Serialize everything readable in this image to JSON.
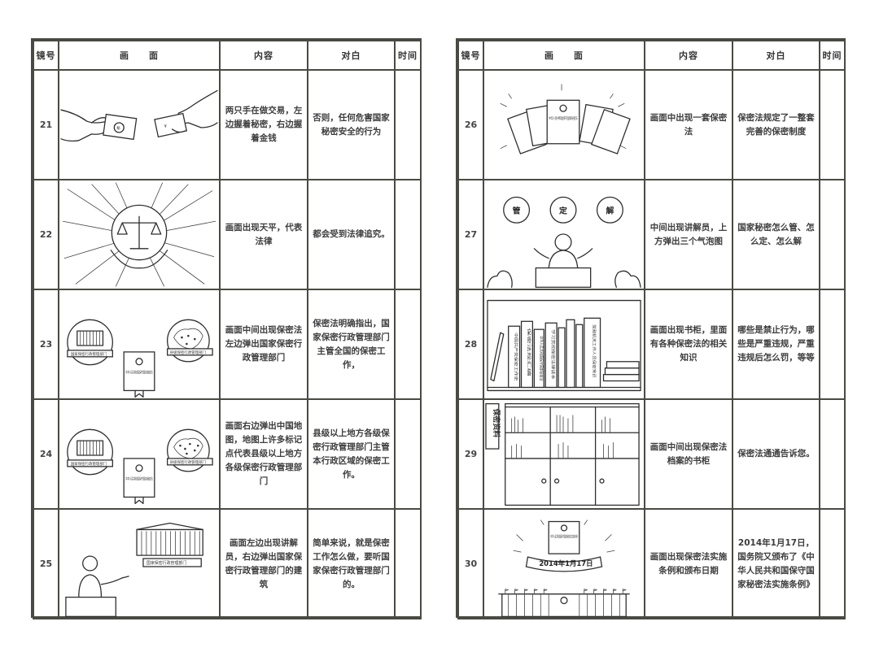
{
  "headers": {
    "shot": "镜号",
    "picture": "画　　面",
    "content": "内容",
    "dialogue": "对白",
    "time": "时间"
  },
  "left_rows": [
    {
      "shot": "21",
      "content": "两只手在做交易，左边握着秘密，右边握着金钱",
      "dialogue": "否则，任何危害国家秘密安全的行为",
      "time": ""
    },
    {
      "shot": "22",
      "content": "画面出现天平，代表法律",
      "dialogue": "都会受到法律追究。",
      "time": ""
    },
    {
      "shot": "23",
      "content": "画面中间出现保密法左边弹出国家保密行政管理部门",
      "dialogue": "保密法明确指出，国家保密行政管理部门主管全国的保密工作，",
      "time": ""
    },
    {
      "shot": "24",
      "content": "画面右边弹出中国地图，地图上许多标记点代表县级以上地方各级保密行政管理部门",
      "dialogue": "县级以上地方各级保密行政管理部门主管本行政区域的保密工作。",
      "time": ""
    },
    {
      "shot": "25",
      "content": "画面左边出现讲解员，右边弹出国家保密行政管理部门的建筑",
      "dialogue": "简单来说，就是保密工作怎么做，要听国家保密行政管理部门的。",
      "time": ""
    }
  ],
  "right_rows": [
    {
      "shot": "26",
      "content": "画面中出现一套保密法",
      "dialogue": "保密法规定了一整套完善的保密制度",
      "time": ""
    },
    {
      "shot": "27",
      "content": "中间出现讲解员，上方弹出三个气泡图",
      "dialogue": "国家秘密怎么管、怎么定、怎么解",
      "time": ""
    },
    {
      "shot": "28",
      "content": "画面出现书柜，里面有各种保密法的相关知识",
      "dialogue": "哪些是禁止行为，哪些是严重违规，严重违规后怎么罚，等等",
      "time": ""
    },
    {
      "shot": "29",
      "content": "画面中间出现保密法档案的书柜",
      "dialogue": "保密法通通告诉您。",
      "time": ""
    },
    {
      "shot": "30",
      "content": "画面出现保密法实施条例和颁布日期",
      "dialogue": "2014年1月17日，国务院又颁布了《中华人民共和国保守国家秘密法实施条例》",
      "time": ""
    }
  ],
  "scene_labels": {
    "law_book": "中华人民共和国保守国家秘密法",
    "dept_banner": "国家保密行政管理部门",
    "local_banner": "县级保密行政管理部门",
    "bubble_manage": "管",
    "bubble_define": "定",
    "bubble_release": "解",
    "archive_sign": "保密资料",
    "date_ribbon": "2014年1月17日",
    "impl_book": "中华人民共和国保守国家秘密法实施条例",
    "book_spines": [
      "中国共产党保密工作史",
      "保密法规汇编",
      "中华人民共和国保守国家秘密法",
      "学习贯彻保密法律读本",
      "党政机关工作人员保密常识"
    ],
    "yuan_symbol": "¥"
  },
  "colors": {
    "line": "#4a4a44",
    "ink": "#2e2e2e",
    "text": "#3d3d3d"
  }
}
